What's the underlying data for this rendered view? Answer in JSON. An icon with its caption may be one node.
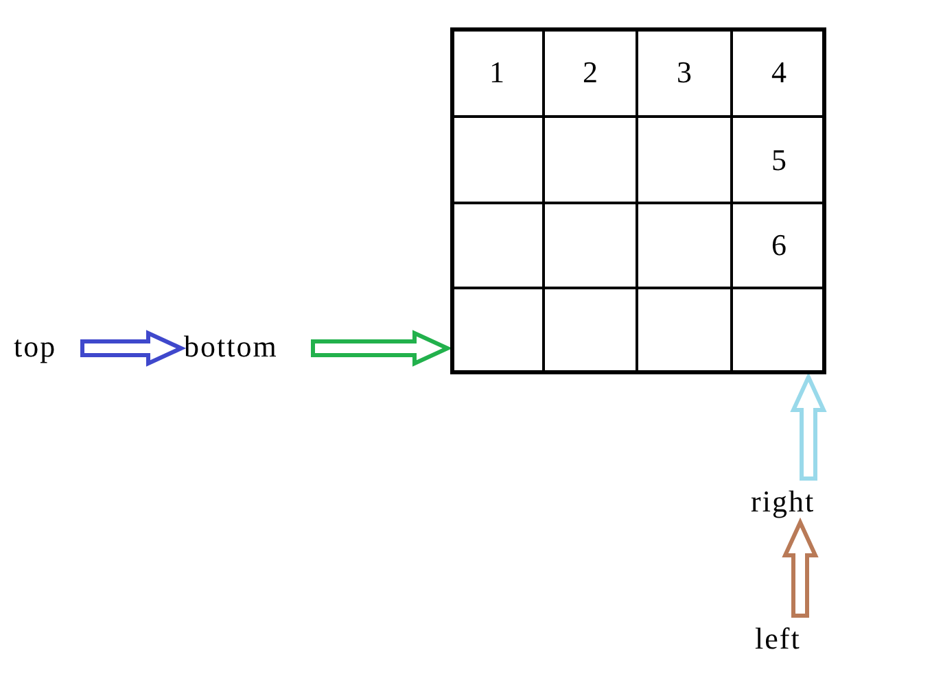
{
  "diagram": {
    "nodes": [
      {
        "text": [
          "top"
        ]
      },
      {
        "text": [
          "bottom"
        ]
      },
      {
        "text": [],
        "shape": "box"
      },
      {
        "text": [
          "1"
        ],
        "in": 2
      },
      {
        "text": [
          "2"
        ],
        "in": 2
      },
      {
        "text": [
          "3"
        ],
        "in": 2
      },
      {
        "text": [
          "4"
        ],
        "in": 2
      },
      {
        "text": [],
        "shape": "box",
        "in": 2
      },
      {
        "text": [],
        "shape": "box",
        "in": 2
      },
      {
        "text": [],
        "shape": "box",
        "in": 2
      },
      {
        "text": [
          "5"
        ],
        "in": 2
      },
      {
        "text": [],
        "shape": "box",
        "in": 2
      },
      {
        "text": [],
        "shape": "box",
        "in": 2
      },
      {
        "text": [],
        "shape": "box",
        "in": 2
      },
      {
        "text": [
          "6"
        ],
        "in": 2
      },
      {
        "text": [],
        "shape": "box",
        "in": 2
      },
      {
        "text": [],
        "shape": "box",
        "in": 2
      },
      {
        "text": [],
        "shape": "box",
        "in": 2
      },
      {
        "text": [],
        "shape": "box",
        "in": 2
      },
      {
        "text": [
          "right"
        ]
      },
      {
        "text": [
          "left"
        ]
      }
    ],
    "edges": [
      {
        "from": 0,
        "to": 1,
        "arrow": "to",
        "color": "#3f48cc"
      },
      {
        "from": 1,
        "to": 15,
        "arrow": "to",
        "color": "#22b14c"
      },
      {
        "from": 20,
        "to": 19,
        "arrow": "to",
        "color": "#b97a57"
      },
      {
        "from": 19,
        "to": 18,
        "arrow": "to",
        "color": "#99d9ea"
      }
    ]
  }
}
